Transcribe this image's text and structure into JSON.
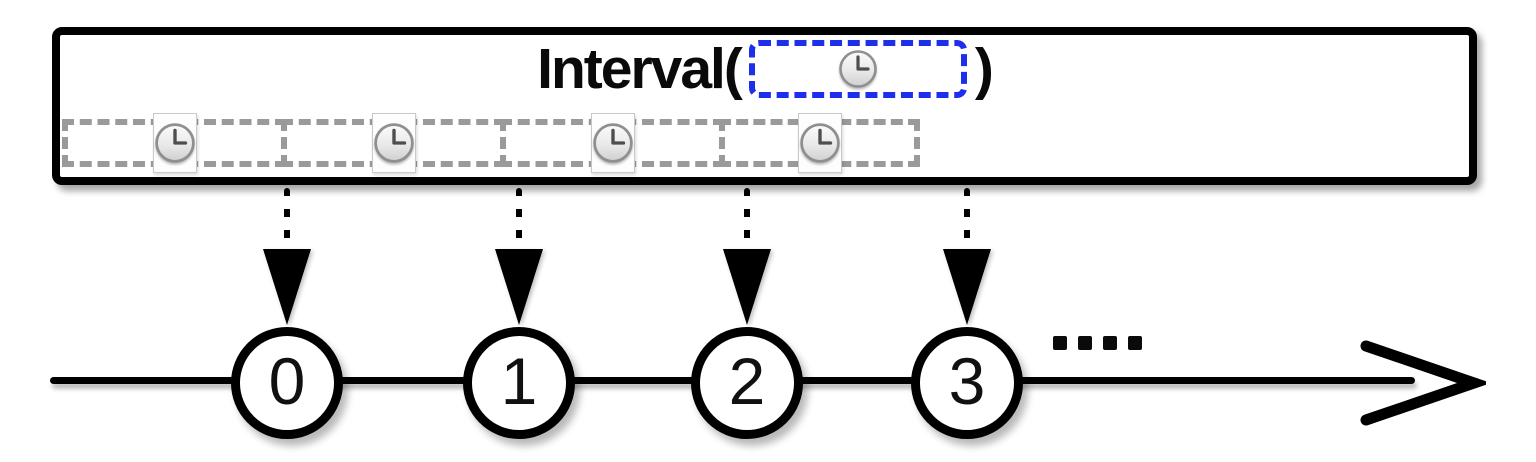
{
  "diagram": {
    "kind": "marble-diagram",
    "title": {
      "prefix": "Interval(",
      "suffix": ")",
      "argument_icon": "clock-icon"
    },
    "source_box": {
      "period_segments": [
        {
          "icon": "clock-icon"
        },
        {
          "icon": "clock-icon"
        },
        {
          "icon": "clock-icon"
        },
        {
          "icon": "clock-icon"
        }
      ]
    },
    "timeline": {
      "events": [
        "0",
        "1",
        "2",
        "3"
      ],
      "continuation": "....",
      "continuation_dot_count": 4
    },
    "colors": {
      "ink": "#000000",
      "argument_highlight_blue": "#1e2feb",
      "period_dash_gray": "#9a9a9a",
      "clock_face_gray": "#d2d2d2"
    }
  }
}
